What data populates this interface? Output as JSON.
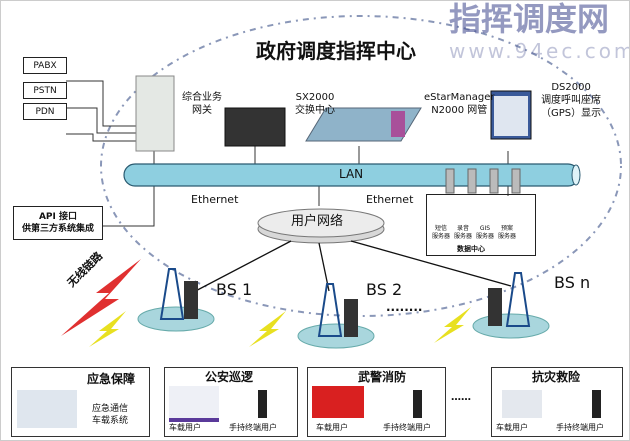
{
  "title": "政府调度指挥中心",
  "external": [
    "PABX",
    "PSTN",
    "PDN"
  ],
  "api": {
    "line1": "API 接口",
    "line2": "供第三方系统集成"
  },
  "devices": {
    "gateway": {
      "line1": "综合业务",
      "line2": "网关"
    },
    "switch": {
      "line1": "SX2000",
      "line2": "交换中心"
    },
    "nms": {
      "line1": "eStarManager",
      "line2": "N2000 网管"
    },
    "console": {
      "line1": "DS2000",
      "line2": "调度呼叫座席",
      "line3": "（GPS）显示"
    }
  },
  "lan": "LAN",
  "ethernet_left": "Ethernet",
  "ethernet_right": "Ethernet",
  "user_network": "用户网络",
  "datacenter": {
    "servers": [
      {
        "l1": "短信",
        "l2": "服务器"
      },
      {
        "l1": "录音",
        "l2": "服务器"
      },
      {
        "l1": "GIS",
        "l2": "服务器"
      },
      {
        "l1": "预案",
        "l2": "服务器"
      }
    ],
    "label": "数据中心"
  },
  "wireless": "无线链路",
  "base_stations": [
    "BS 1",
    "BS 2",
    "BS n"
  ],
  "bs_dots": "........",
  "groups": [
    {
      "title": "应急保障",
      "sub1": "应急通信",
      "sub2": "车载系统"
    },
    {
      "title": "公安巡逻",
      "vehicle": "车载用户",
      "handheld": "手持终端用户"
    },
    {
      "title": "武警消防",
      "vehicle": "车载用户",
      "handheld": "手持终端用户"
    },
    {
      "title": "抗灾救险",
      "vehicle": "车载用户",
      "handheld": "手持终端用户"
    }
  ],
  "group_dots": "……",
  "watermark": {
    "text": "指挥调度网",
    "url": "www.94ec.com"
  },
  "colors": {
    "lan": "#8ecfe0",
    "ellipse": "#8a97b8",
    "lightning": "#e03030",
    "lightning2": "#e8e020"
  }
}
